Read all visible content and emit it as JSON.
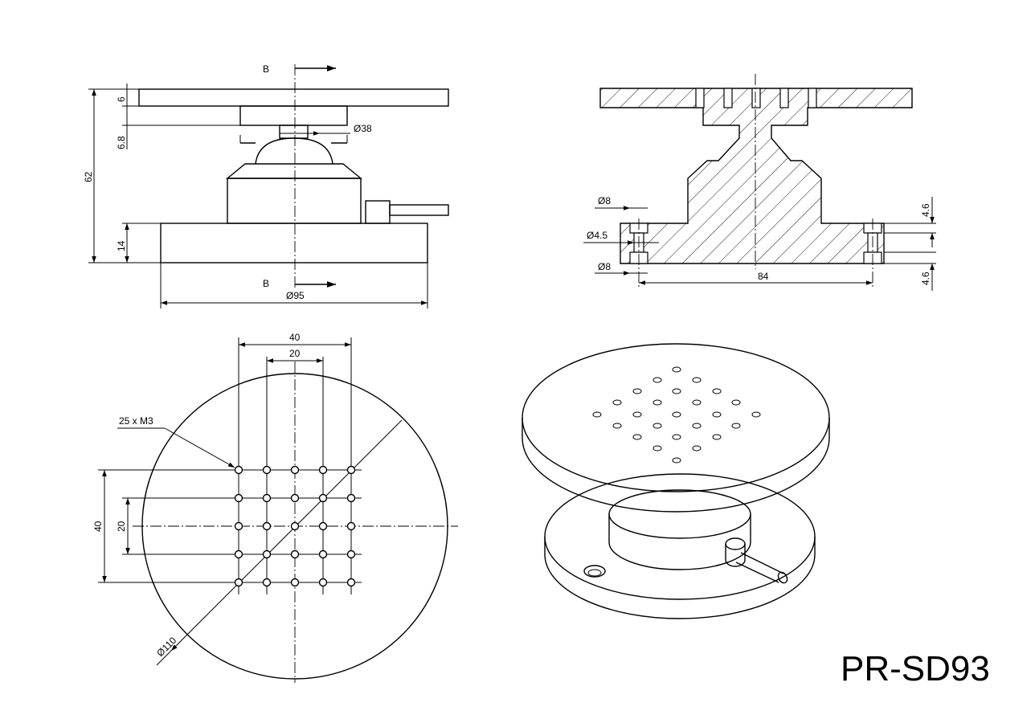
{
  "model": "PR-SD93",
  "front_view": {
    "section_marks": [
      "B",
      "B"
    ],
    "dims": {
      "height_total": "62",
      "top_plate": "6",
      "gap": "6.8",
      "base_height": "14",
      "post_dia": "Ø38",
      "base_dia": "Ø95"
    }
  },
  "section_view": {
    "dims": {
      "upper_hole": "Ø8",
      "thread_hole": "Ø4.5",
      "lower_hole": "Ø8",
      "hole_spacing": "84",
      "top_depth": "4.6",
      "bottom_depth": "4.6"
    }
  },
  "top_view": {
    "hole_note": "25 x M3",
    "dims": {
      "span_x_outer": "40",
      "span_x_inner": "20",
      "span_y_outer": "40",
      "span_y_inner": "20",
      "plate_dia": "Ø110"
    }
  }
}
